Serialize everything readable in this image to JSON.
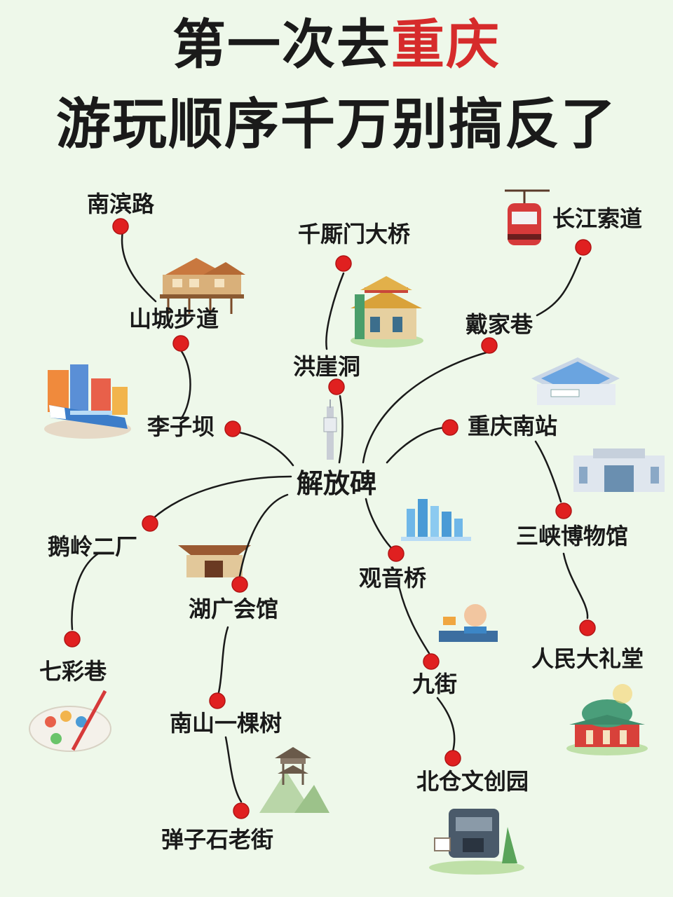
{
  "header": {
    "line1_prefix": "第一次去",
    "line1_highlight": "重庆",
    "line2": "游玩顺序千万别搞反了"
  },
  "colors": {
    "background": "#eef8ea",
    "highlight": "#d62b2b",
    "dot": "#e02020",
    "line": "#1a1a1a"
  },
  "hub": "解放碑",
  "spots": {
    "nanbinlu": "南滨路",
    "shanchengbudao": "山城步道",
    "liziba": "李子坝",
    "qiansimen": "千厮门大桥",
    "hongyadong": "洪崖洞",
    "changjiangsuodao": "长江索道",
    "daijiaxiang": "戴家巷",
    "chongqingnanzhan": "重庆南站",
    "sanxia": "三峡博物馆",
    "renmindalitang": "人民大礼堂",
    "eling": "鹅岭二厂",
    "qicaixiang": "七彩巷",
    "huguanghuiguan": "湖广会馆",
    "nanshan": "南山一棵树",
    "danzishi": "弹子石老街",
    "guanyinqiao": "观音桥",
    "jiujie": "九街",
    "beicang": "北仓文创园"
  },
  "illustrations": [
    "stilt-house-icon",
    "monorail-train-icon",
    "hongyadong-palace-icon",
    "cable-car-icon",
    "train-station-icon",
    "museum-building-icon",
    "tv-tower-icon",
    "city-skyline-icon",
    "chinese-gate-icon",
    "street-food-vendor-icon",
    "great-hall-icon",
    "paint-palette-icon",
    "mountain-pavilion-icon",
    "coffee-machine-icon"
  ]
}
